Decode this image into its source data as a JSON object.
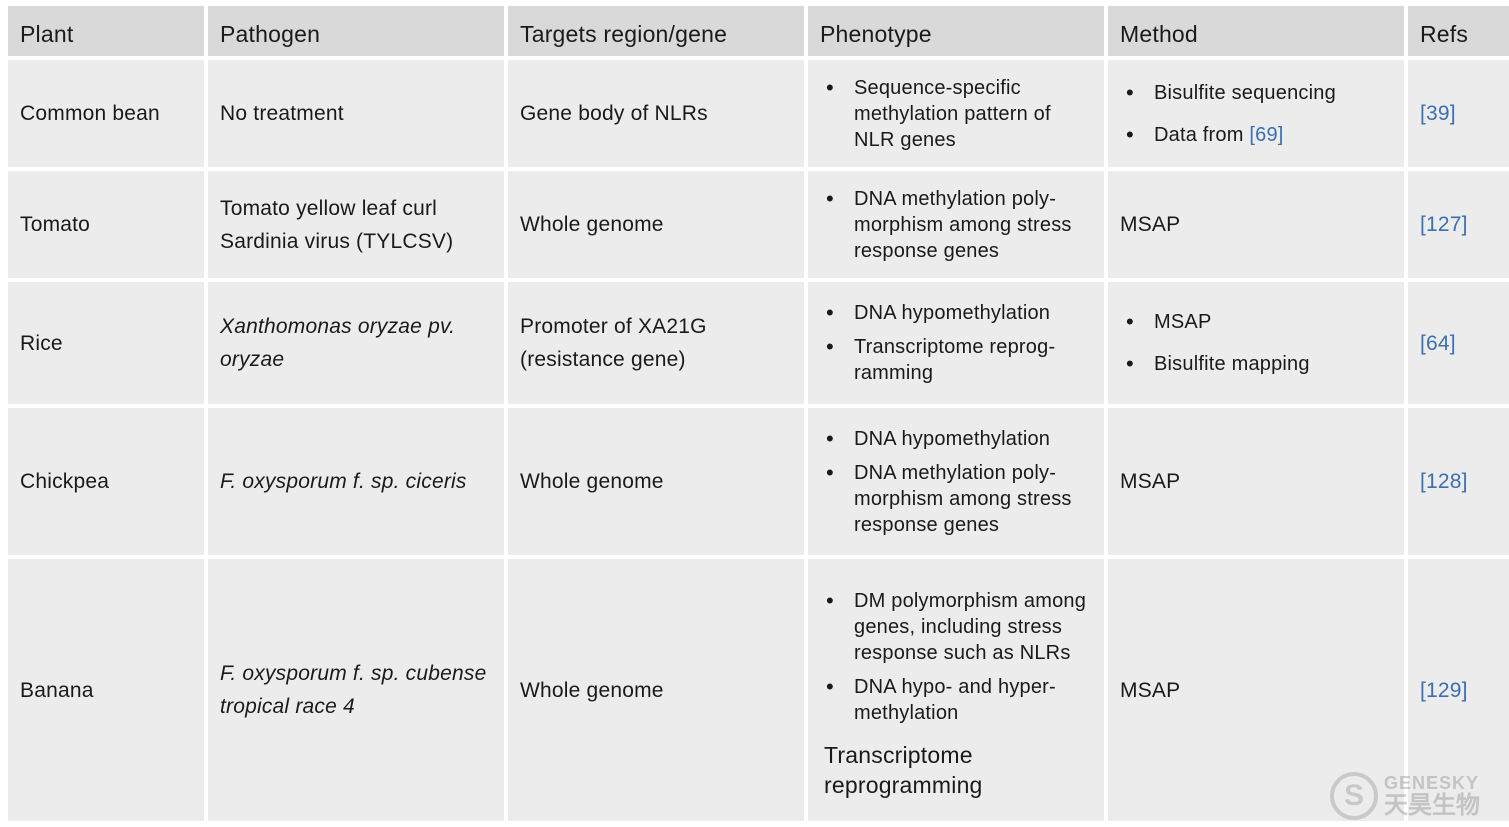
{
  "headers": [
    "Plant",
    "Pathogen",
    "Targets region/gene",
    "Phenotype",
    "Method",
    "Refs"
  ],
  "rows": [
    {
      "plant": "Common bean",
      "pathogen": "No treatment",
      "target": "Gene body of NLRs",
      "phenotype": [
        "Sequence-specific methylation pattern of NLR genes"
      ],
      "method": [
        "Bisulfite sequencing",
        "Data from"
      ],
      "method_ref": "[69]",
      "ref": "[39]"
    },
    {
      "plant": "Tomato",
      "pathogen": "Tomato yellow leaf curl Sardinia virus (TYLCSV)",
      "target": "Whole genome",
      "phenotype": [
        "DNA methylation poly- morphism among stress response genes"
      ],
      "method": "MSAP",
      "ref": "[127]"
    },
    {
      "plant": "Rice",
      "pathogen": "Xanthomonas oryzae pv. oryzae",
      "target": "Promoter of XA21G (resistance gene)",
      "phenotype": [
        "DNA hypomethylation",
        "Transcriptome reprog- ramming"
      ],
      "method": [
        "MSAP",
        "Bisulfite mapping"
      ],
      "ref": "[64]"
    },
    {
      "plant": "Chickpea",
      "pathogen": "F. oxysporum f. sp. ciceris",
      "target": "Whole genome",
      "phenotype": [
        "DNA hypomethylation",
        "DNA methylation poly- morphism among stress response genes"
      ],
      "method": "MSAP",
      "ref": "[128]"
    },
    {
      "plant": "Banana",
      "pathogen": "F. oxysporum f. sp. cubense tropical race 4",
      "target": "Whole genome",
      "phenotype": [
        "DM polymorphism among genes, including stress response such as NLRs",
        "DNA hypo- and hyper- methylation"
      ],
      "phenotype_extra": "Transcriptome reprogramming",
      "method": "MSAP",
      "ref": "[129]"
    }
  ],
  "watermark": {
    "en": "GENESKY",
    "cn": "天昊生物",
    "mark": "S"
  }
}
